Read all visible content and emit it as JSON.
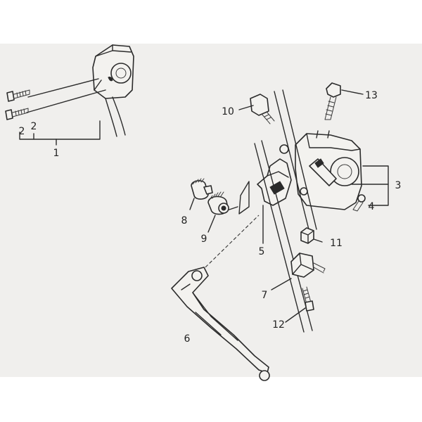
{
  "diagram": {
    "type": "exploded-parts-view",
    "callouts": {
      "c1": "1",
      "c2a": "2",
      "c2b": "2",
      "c3": "3",
      "c4": "4",
      "c5": "5",
      "c6": "6",
      "c7": "7",
      "c8": "8",
      "c9": "9",
      "c10": "10",
      "c11": "11",
      "c12": "12",
      "c13": "13"
    }
  }
}
